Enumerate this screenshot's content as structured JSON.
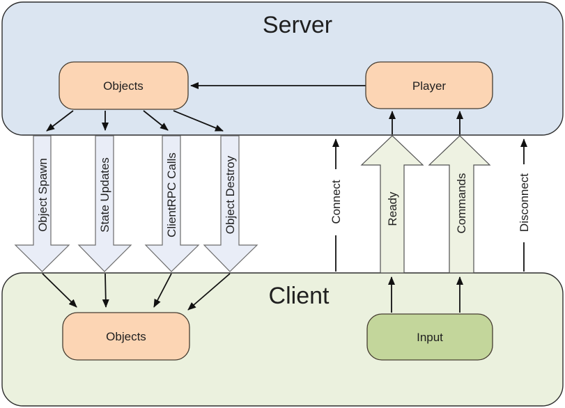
{
  "server": {
    "title": "Server",
    "objects_label": "Objects",
    "player_label": "Player"
  },
  "client": {
    "title": "Client",
    "objects_label": "Objects",
    "input_label": "Input"
  },
  "arrows": {
    "down": [
      {
        "label": "Object Spawn"
      },
      {
        "label": "State Updates"
      },
      {
        "label": "ClientRPC Calls"
      },
      {
        "label": "Object Destroy"
      }
    ],
    "up_block": [
      {
        "label": "Ready"
      },
      {
        "label": "Commands"
      }
    ],
    "up_thin": [
      {
        "label": "Connect"
      },
      {
        "label": "Disconnect"
      }
    ]
  },
  "colors": {
    "server_fill": "#dbe5f1",
    "client_fill": "#ebf1de",
    "down_arrow_fill": "#e9edf7",
    "up_arrow_fill": "#eef2e2",
    "object_node_fill": "#fcd5b4",
    "input_node_fill": "#c3d69b"
  }
}
